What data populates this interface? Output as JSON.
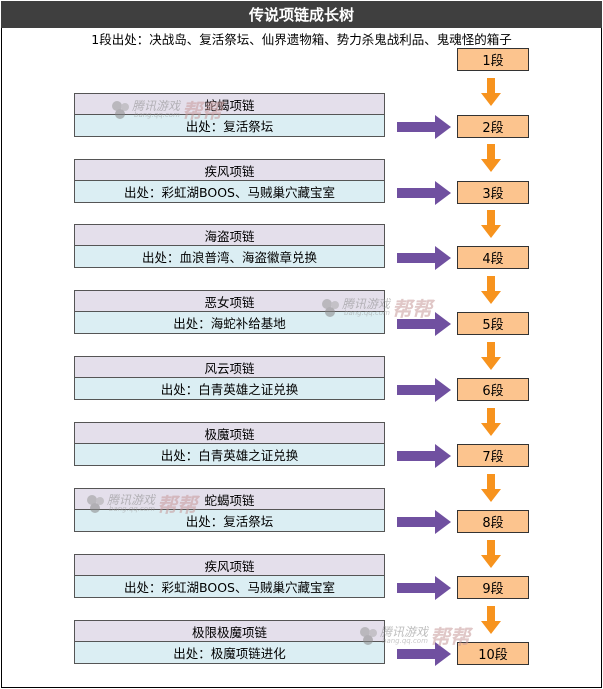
{
  "title": "传说项链成长树",
  "subtitle": "1段出处：决战岛、复活祭坛、仙界遗物箱、势力杀鬼战利品、鬼魂怪的箱子",
  "stages": [
    "1段",
    "2段",
    "3段",
    "4段",
    "5段",
    "6段",
    "7段",
    "8段",
    "9段",
    "10段"
  ],
  "items": [
    {
      "name": "蛇蝎项链",
      "source": "出处：复活祭坛"
    },
    {
      "name": "疾风项链",
      "source": "出处：彩虹湖BOOS、马贼巢穴藏宝室"
    },
    {
      "name": "海盗项链",
      "source": "出处：血浪普湾、海盗徽章兑换"
    },
    {
      "name": "恶女项链",
      "source": "出处：海蛇补给基地"
    },
    {
      "name": "风云项链",
      "source": "出处：白青英雄之证兑换"
    },
    {
      "name": "极魔项链",
      "source": "出处：白青英雄之证兑换"
    },
    {
      "name": "蛇蝎项链",
      "source": "出处：复活祭坛"
    },
    {
      "name": "疾风项链",
      "source": "出处：彩虹湖BOOS、马贼巢穴藏宝室"
    },
    {
      "name": "极限极魔项链",
      "source": "出处：极魔项链进化"
    }
  ],
  "watermark": {
    "cn": "腾讯游戏",
    "en": "bang.qq.com",
    "big": "帮帮"
  },
  "colors": {
    "title_bg": "#3f3f3f",
    "stage_fill": "#fcc48e",
    "down_arrow": "#f7931e",
    "right_arrow": "#7050a0",
    "name_fill": "#e4dfeb",
    "source_fill": "#dbeef3"
  }
}
